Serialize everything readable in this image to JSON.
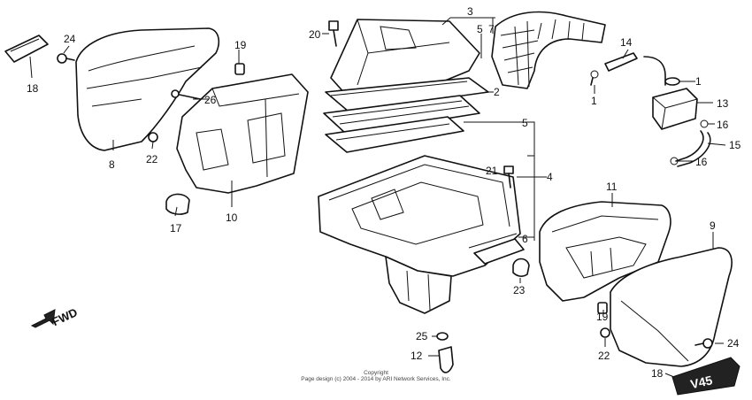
{
  "callouts": [
    "3",
    "5",
    "7",
    "20",
    "24",
    "19",
    "18",
    "26",
    "8",
    "22",
    "17",
    "10",
    "2",
    "5",
    "4",
    "21",
    "6",
    "14",
    "1",
    "1",
    "13",
    "16",
    "15",
    "16",
    "11",
    "9",
    "23",
    "19",
    "22",
    "25",
    "12",
    "24",
    "18"
  ],
  "fwd_label": "FWD",
  "emblem_text": "V45",
  "copyright": {
    "line1": "Copyright",
    "line2": "Page design (c) 2004 - 2014 by ARI Network Services, Inc."
  }
}
